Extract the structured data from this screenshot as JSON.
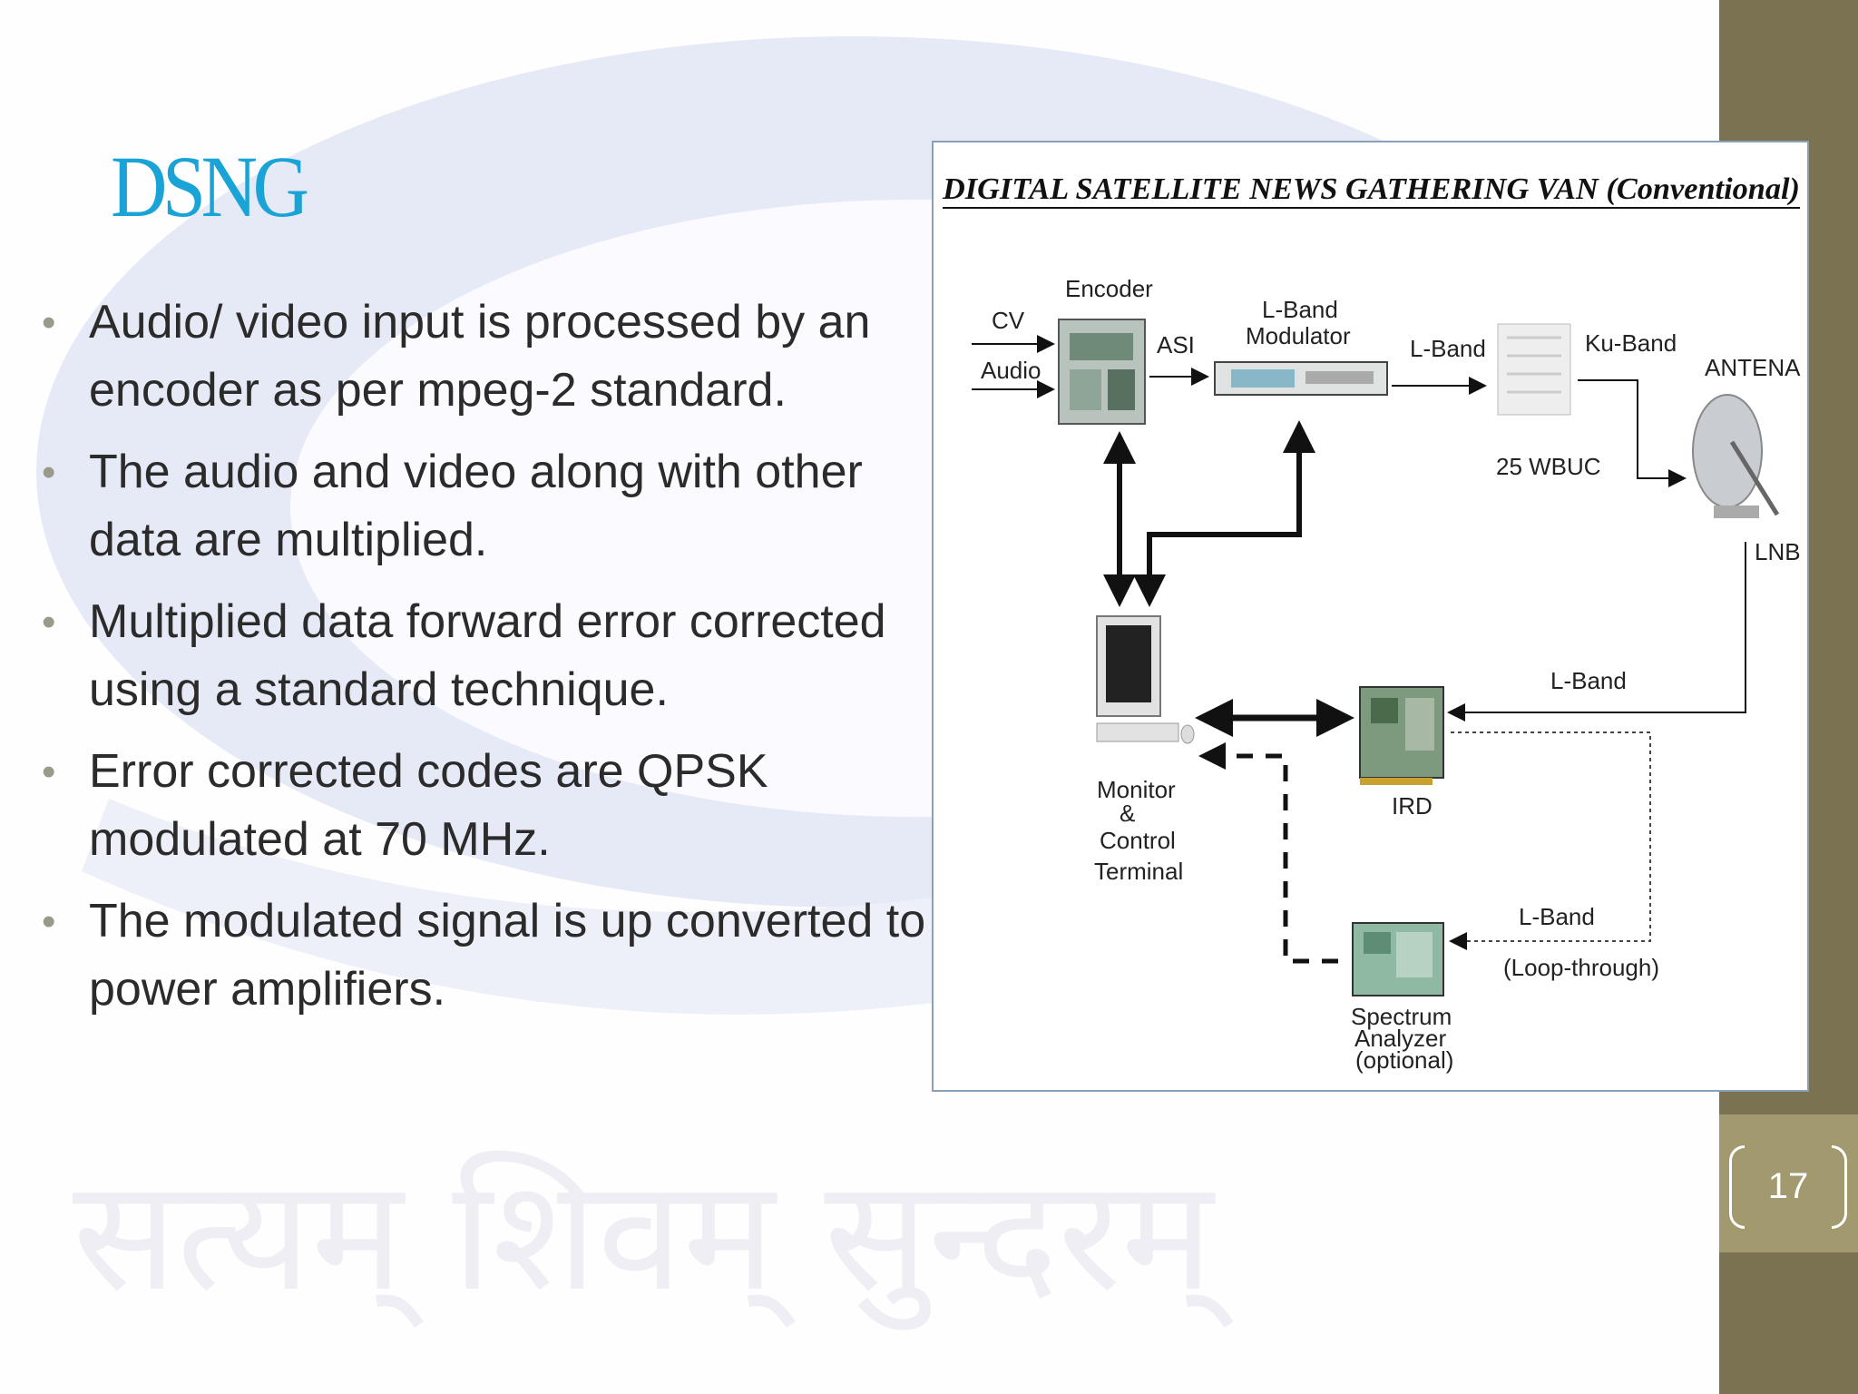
{
  "title": "DSNG",
  "bullets": [
    "Audio/ video input is processed by an encoder as per mpeg-2 standard.",
    "The audio and video along with other data are multiplied.",
    "Multiplied data  forward error corrected using a standard technique.",
    "Error corrected codes are QPSK modulated at 70 MHz.",
    "The modulated signal is up converted to power amplifiers."
  ],
  "page_number": "17",
  "watermark_text": "सत्यम् शिवम् सुन्दरम्",
  "diagram": {
    "heading": "DIGITAL SATELLITE NEWS GATHERING VAN (Conventional)",
    "labels": {
      "cv": "CV",
      "audio": "Audio",
      "encoder": "Encoder",
      "asi": "ASI",
      "lband_mod_1": "L-Band",
      "lband_mod_2": "Modulator",
      "lband_top": "L-Band",
      "kuband": "Ku-Band",
      "antenna": "ANTENA",
      "wbuc": "25 WBUC",
      "lnb": "LNB",
      "lband_right": "L-Band",
      "ird": "IRD",
      "monitor_1": "Monitor",
      "monitor_2": "&",
      "monitor_3": "Control",
      "monitor_4": "Terminal",
      "lband_loop": "L-Band",
      "loop_through": "(Loop-through)",
      "spectrum_1": "Spectrum",
      "spectrum_2": "Analyzer",
      "spectrum_3": "(optional)"
    }
  },
  "colors": {
    "title": "#1aa3d6",
    "band": "#7a7250",
    "band_light": "#a29a6e",
    "text": "#2b2b2b"
  }
}
